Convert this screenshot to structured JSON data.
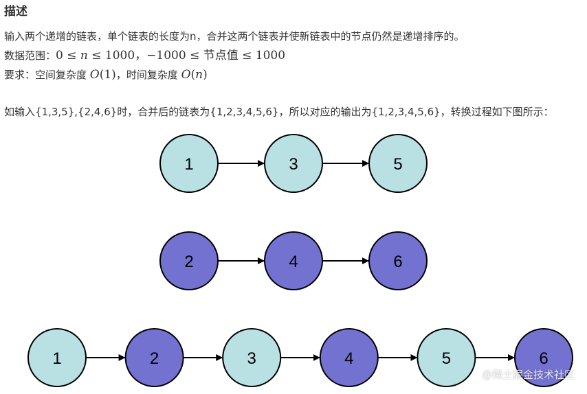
{
  "heading": "描述",
  "description": {
    "line1": "输入两个递增的链表，单个链表的长度为n，合并这两个链表并使新链表中的节点仍然是递增排序的。",
    "range_label": "数据范围：",
    "range_math_a": "0 ≤ ",
    "range_var": "n",
    "range_math_b": " ≤ 1000，−1000 ≤ 节点值 ≤ 1000",
    "req_label": "要求：空间复杂度 ",
    "req_space_o": "O",
    "req_space_arg": "(1)",
    "req_mid": "，时间复杂度 ",
    "req_time_o": "O",
    "req_time_open": "(",
    "req_time_var": "n",
    "req_time_close": ")",
    "example": "如输入{1,3,5},{2,4,6}时，合并后的链表为{1,2,3,4,5,6}，所以对应的输出为{1,2,3,4,5,6}，转换过程如下图所示："
  },
  "colors": {
    "light_node": "#b9e0e2",
    "dark_node": "#7472d1",
    "stroke": "#000000"
  },
  "diagram": {
    "list_a": [
      "1",
      "3",
      "5"
    ],
    "list_b": [
      "2",
      "4",
      "6"
    ],
    "merged": [
      {
        "label": "1",
        "tone": "light"
      },
      {
        "label": "2",
        "tone": "dark"
      },
      {
        "label": "3",
        "tone": "light"
      },
      {
        "label": "4",
        "tone": "dark"
      },
      {
        "label": "5",
        "tone": "light"
      },
      {
        "label": "6",
        "tone": "dark"
      }
    ]
  },
  "watermark": "@稀土掘金技术社区"
}
